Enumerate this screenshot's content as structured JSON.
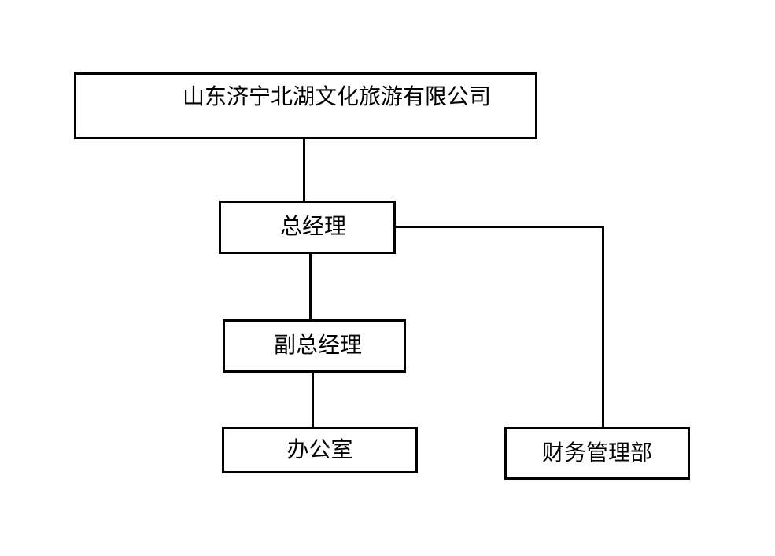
{
  "diagram": {
    "type": "org-chart",
    "nodes": {
      "company": {
        "label": "山东济宁北湖文化旅游有限公司"
      },
      "general_manager": {
        "label": "总经理"
      },
      "deputy_general_manager": {
        "label": "副总经理"
      },
      "office": {
        "label": "办公室"
      },
      "finance_department": {
        "label": "财务管理部"
      }
    },
    "edges": [
      {
        "from": "company",
        "to": "general_manager"
      },
      {
        "from": "general_manager",
        "to": "deputy_general_manager"
      },
      {
        "from": "deputy_general_manager",
        "to": "office"
      },
      {
        "from": "general_manager",
        "to": "finance_department"
      }
    ],
    "colors": {
      "line": "#000000",
      "background": "#ffffff",
      "text": "#000000"
    }
  }
}
